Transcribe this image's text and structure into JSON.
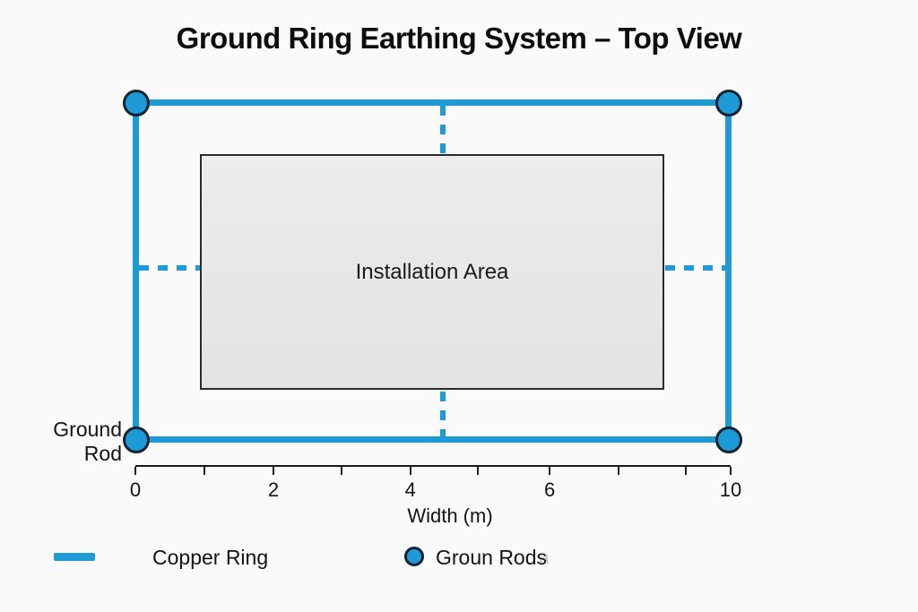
{
  "title": "Ground Ring Earthing System – Top View",
  "colors": {
    "ring_blue": "#1e9ad6",
    "rod_fill": "#1e9ad6",
    "rod_stroke": "#0e2433",
    "area_fill": "#e7e7e7",
    "area_border": "#2b2b2b",
    "axis_color": "#1a1a1a",
    "text_color": "#111111",
    "background": "#fafafa"
  },
  "diagram": {
    "installation_area_label": "Installation Area",
    "ground_rod_label": "Ground Rod"
  },
  "axis": {
    "label": "Width (m)",
    "min": 0,
    "max": 10,
    "ticks": [
      {
        "pos": 0,
        "label": "0"
      },
      {
        "pos": 11.6,
        "label": ""
      },
      {
        "pos": 23.2,
        "label": "2"
      },
      {
        "pos": 34.6,
        "label": ""
      },
      {
        "pos": 46.2,
        "label": "4"
      },
      {
        "pos": 57.5,
        "label": ""
      },
      {
        "pos": 69.6,
        "label": "6"
      },
      {
        "pos": 81.2,
        "label": ""
      },
      {
        "pos": 92.5,
        "label": ""
      },
      {
        "pos": 100,
        "label": "10"
      }
    ]
  },
  "legend": {
    "items": [
      {
        "swatch": "line",
        "label": "Copper Ring"
      },
      {
        "swatch": "circle",
        "label": "Groun Rods"
      }
    ],
    "trailing_faint": "a"
  }
}
